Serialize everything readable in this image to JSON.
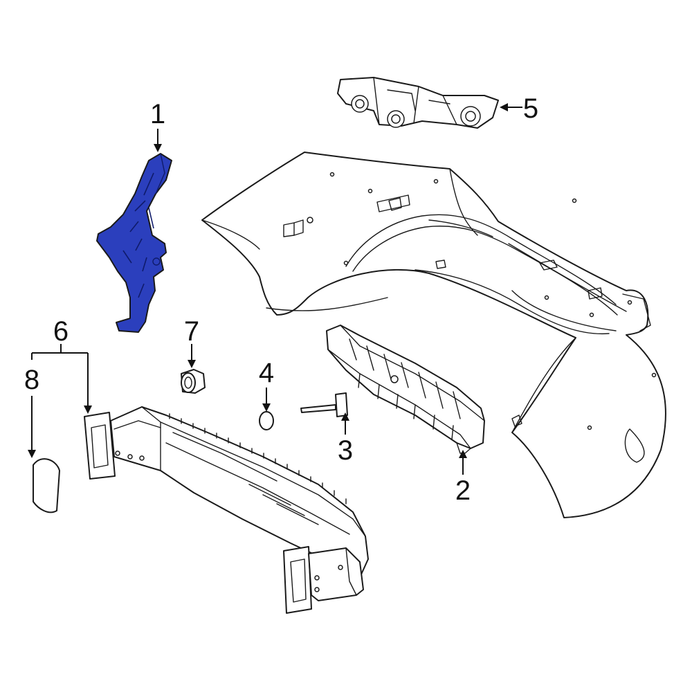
{
  "colors": {
    "highlight_part": "#2b3fbd",
    "outline": "#1a1a1a",
    "background": "#ffffff"
  },
  "callouts": [
    {
      "label": "1",
      "part": "bracket-left"
    },
    {
      "label": "2",
      "part": "energy-absorber"
    },
    {
      "label": "3",
      "part": "bolt"
    },
    {
      "label": "4",
      "part": "washer"
    },
    {
      "label": "5",
      "part": "bracket-upper"
    },
    {
      "label": "6",
      "part": "reinforcement-bar"
    },
    {
      "label": "7",
      "part": "grommet"
    },
    {
      "label": "8",
      "part": "tow-cover"
    }
  ]
}
